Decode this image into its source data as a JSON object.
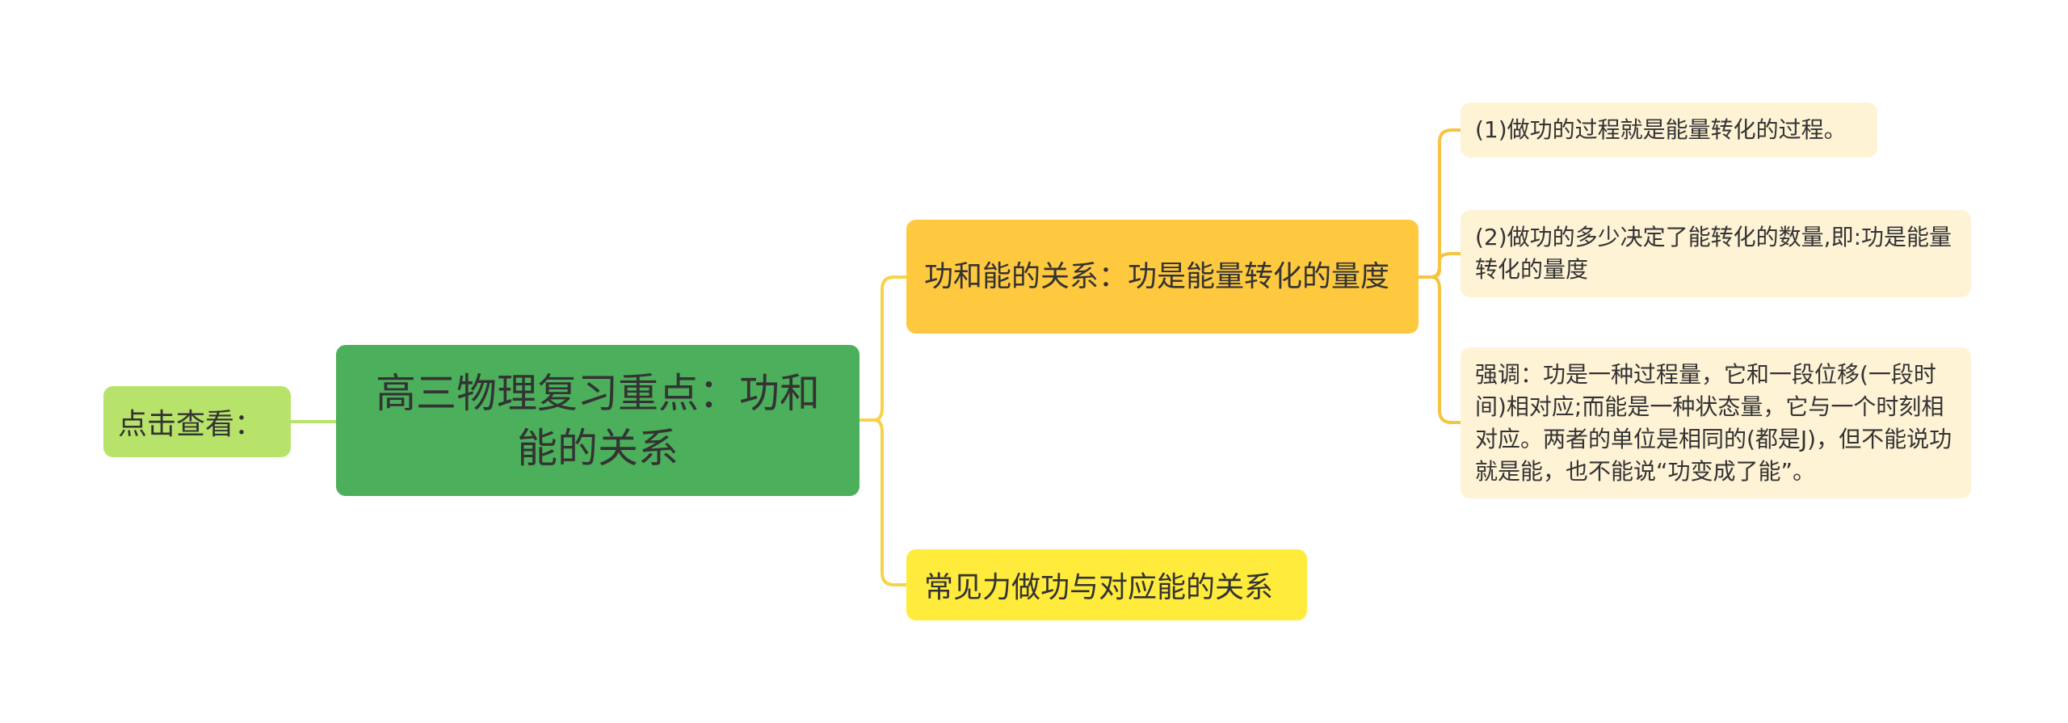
{
  "mindmap": {
    "left_node": {
      "label": "点击查看："
    },
    "root": {
      "label": "高三物理复习重点：功和能的关系"
    },
    "branches": [
      {
        "label": "功和能的关系：功是能量转化的量度",
        "children": [
          {
            "label": "(1)做功的过程就是能量转化的过程。"
          },
          {
            "label": "(2)做功的多少决定了能转化的数量,即:功是能量转化的量度"
          },
          {
            "label": "强调：功是一种过程量，它和一段位移(一段时间)相对应;而能是一种状态量，它与一个时刻相对应。两者的单位是相同的(都是J)，但不能说功就是能，也不能说“功变成了能”。"
          }
        ]
      },
      {
        "label": "常见力做功与对应能的关系",
        "children": []
      }
    ]
  },
  "colors": {
    "left_node": "#b7e36a",
    "root": "#4caf5b",
    "branch_1": "#ffc93f",
    "branch_2": "#ffeb3b",
    "leaf": "#fff3d6",
    "connector_left": "#b7e36a",
    "connector_branch": "#f7d34a",
    "connector_leaf": "#f5c542"
  }
}
